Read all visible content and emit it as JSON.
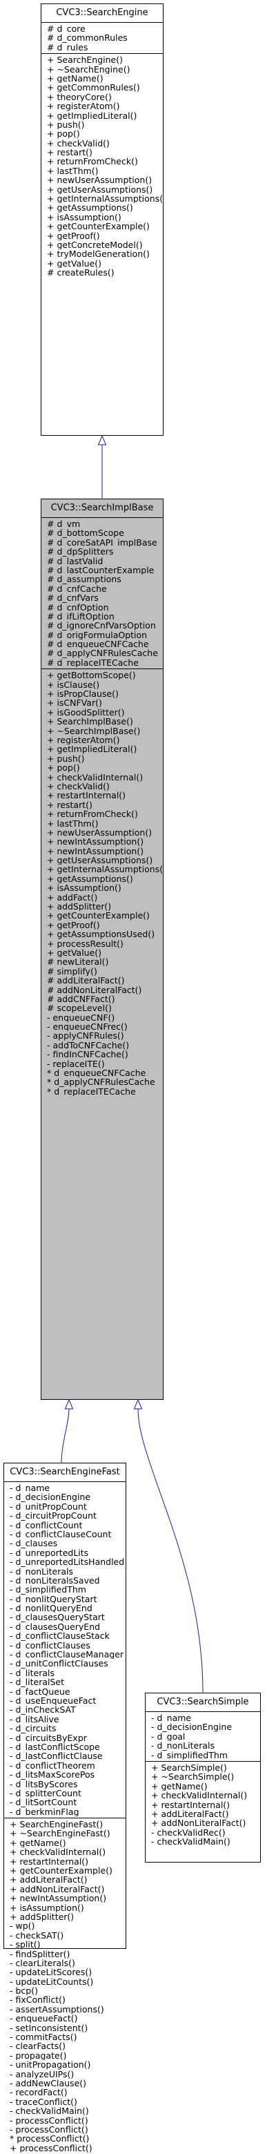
{
  "colors": {
    "edge": "#1a1aa5",
    "box_fill": "#ffffff",
    "focus_fill": "#bfbfbf",
    "border": "#000000"
  },
  "classes": {
    "search_engine": {
      "name": "CVC3::SearchEngine",
      "attributes": [
        "# d_core",
        "# d_commonRules",
        "# d_rules"
      ],
      "methods": [
        "+ SearchEngine()",
        "+ ~SearchEngine()",
        "+ getName()",
        "+ getCommonRules()",
        "+ theoryCore()",
        "+ registerAtom()",
        "+ getImpliedLiteral()",
        "+ push()",
        "+ pop()",
        "+ checkValid()",
        "+ restart()",
        "+ returnFromCheck()",
        "+ lastThm()",
        "+ newUserAssumption()",
        "+ getUserAssumptions()",
        "+ getInternalAssumptions()",
        "+ getAssumptions()",
        "+ isAssumption()",
        "+ getCounterExample()",
        "+ getProof()",
        "+ getConcreteModel()",
        "+ tryModelGeneration()",
        "+ getValue()",
        "# createRules()"
      ]
    },
    "search_impl_base": {
      "name": "CVC3::SearchImplBase",
      "attributes": [
        "# d_vm",
        "# d_bottomScope",
        "# d_coreSatAPI_implBase",
        "# d_dpSplitters",
        "# d_lastValid",
        "# d_lastCounterExample",
        "# d_assumptions",
        "# d_cnfCache",
        "# d_cnfVars",
        "# d_cnfOption",
        "# d_ifLiftOption",
        "# d_ignoreCnfVarsOption",
        "# d_origFormulaOption",
        "# d_enqueueCNFCache",
        "# d_applyCNFRulesCache",
        "# d_replaceITECache"
      ],
      "methods": [
        "+ getBottomScope()",
        "+ isClause()",
        "+ isPropClause()",
        "+ isCNFVar()",
        "+ isGoodSplitter()",
        "+ SearchImplBase()",
        "+ ~SearchImplBase()",
        "+ registerAtom()",
        "+ getImpliedLiteral()",
        "+ push()",
        "+ pop()",
        "+ checkValidInternal()",
        "+ checkValid()",
        "+ restartInternal()",
        "+ restart()",
        "+ returnFromCheck()",
        "+ lastThm()",
        "+ newUserAssumption()",
        "+ newIntAssumption()",
        "+ newIntAssumption()",
        "+ getUserAssumptions()",
        "+ getInternalAssumptions()",
        "+ getAssumptions()",
        "+ isAssumption()",
        "+ addFact()",
        "+ addSplitter()",
        "+ getCounterExample()",
        "+ getProof()",
        "+ getAssumptionsUsed()",
        "+ processResult()",
        "+ getValue()",
        "# newLiteral()",
        "# simplify()",
        "# addLiteralFact()",
        "# addNonLiteralFact()",
        "# addCNFFact()",
        "# scopeLevel()",
        "- enqueueCNF()",
        "- enqueueCNFrec()",
        "- applyCNFRules()",
        "- addToCNFCache()",
        "- findInCNFCache()",
        "- replaceITE()",
        "* d_enqueueCNFCache",
        "* d_applyCNFRulesCache",
        "* d_replaceITECache"
      ]
    },
    "search_engine_fast": {
      "name": "CVC3::SearchEngineFast",
      "attributes": [
        "- d_name",
        "- d_decisionEngine",
        "- d_unitPropCount",
        "- d_circuitPropCount",
        "- d_conflictCount",
        "- d_conflictClauseCount",
        "- d_clauses",
        "- d_unreportedLits",
        "- d_unreportedLitsHandled",
        "- d_nonLiterals",
        "- d_nonLiteralsSaved",
        "- d_simplifiedThm",
        "- d_nonlitQueryStart",
        "- d_nonlitQueryEnd",
        "- d_clausesQueryStart",
        "- d_clausesQueryEnd",
        "- d_conflictClauseStack",
        "- d_conflictClauses",
        "- d_conflictClauseManager",
        "- d_unitConflictClauses",
        "- d_literals",
        "- d_literalSet",
        "- d_factQueue",
        "- d_useEnqueueFact",
        "- d_inCheckSAT",
        "- d_litsAlive",
        "- d_circuits",
        "- d_circuitsByExpr",
        "- d_lastConflictScope",
        "- d_lastConflictClause",
        "- d_conflictTheorem",
        "- d_litsMaxScorePos",
        "- d_litsByScores",
        "- d_splitterCount",
        "- d_litSortCount",
        "- d_berkminFlag"
      ],
      "methods": [
        "+ SearchEngineFast()",
        "+ ~SearchEngineFast()",
        "+ getName()",
        "+ checkValidInternal()",
        "+ restartInternal()",
        "+ getCounterExample()",
        "+ addLiteralFact()",
        "+ addNonLiteralFact()",
        "+ newIntAssumption()",
        "+ isAssumption()",
        "+ addSplitter()",
        "- wp()",
        "- checkSAT()",
        "- split()",
        "- findSplitter()",
        "- clearLiterals()",
        "- updateLitScores()",
        "- updateLitCounts()",
        "- bcp()",
        "- fixConflict()",
        "- assertAssumptions()",
        "- enqueueFact()",
        "- setInconsistent()",
        "- commitFacts()",
        "- clearFacts()",
        "- propagate()",
        "- unitPropagation()",
        "- analyzeUIPs()",
        "- addNewClause()",
        "- recordFact()",
        "- traceConflict()",
        "- checkValidMain()",
        "- processConflict()",
        "- processConflict()",
        "* processConflict()",
        "+ processConflict()"
      ]
    },
    "search_simple": {
      "name": "CVC3::SearchSimple",
      "attributes": [
        "- d_name",
        "- d_decisionEngine",
        "- d_goal",
        "- d_nonLiterals",
        "- d_simplifiedThm"
      ],
      "methods": [
        "+ SearchSimple()",
        "+ ~SearchSimple()",
        "+ getName()",
        "+ checkValidInternal()",
        "+ restartInternal()",
        "+ addLiteralFact()",
        "+ addNonLiteralFact()",
        "- checkValidRec()",
        "- checkValidMain()"
      ]
    }
  }
}
